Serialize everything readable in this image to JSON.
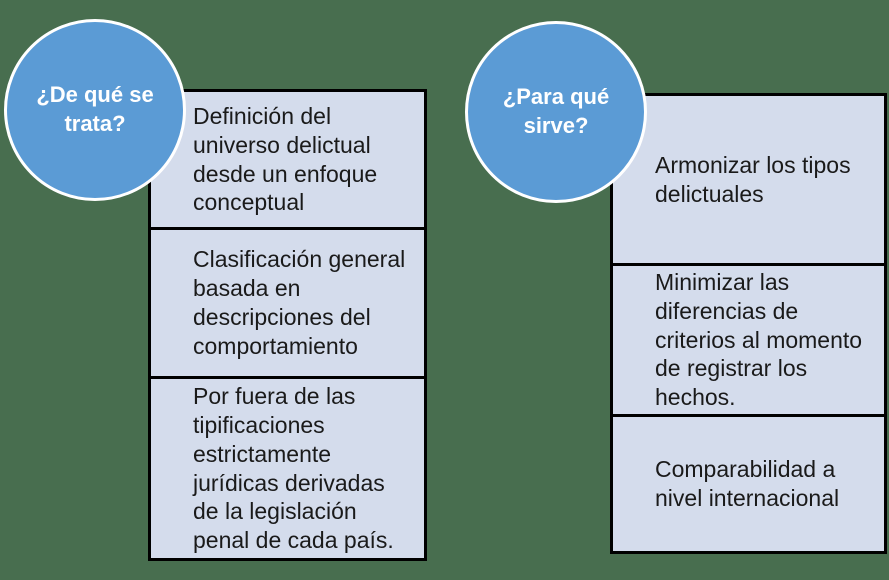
{
  "colors": {
    "background": "#486E4F",
    "circle_fill": "#5B9BD5",
    "circle_border": "#FFFFFF",
    "circle_text": "#FFFFFF",
    "box_fill": "#D4DCEC",
    "box_border": "#000000",
    "box_text": "#1A1A1A"
  },
  "left_group": {
    "circle_label": "¿De qué se\ntrata?",
    "boxes": [
      "Definición del\nuniverso delictual\ndesde un enfoque\nconceptual",
      "Clasificación general\nbasada en\ndescripciones del\ncomportamiento",
      "Por fuera de las\ntipificaciones\nestrictamente\njurídicas derivadas\nde la legislación\npenal de cada país."
    ]
  },
  "right_group": {
    "circle_label": "¿Para qué\nsirve?",
    "boxes": [
      "Armonizar los tipos\ndelictuales",
      "Minimizar las\ndiferencias de\ncriterios al momento\nde registrar los\nhechos.",
      "Comparabilidad a\nnivel internacional"
    ]
  }
}
